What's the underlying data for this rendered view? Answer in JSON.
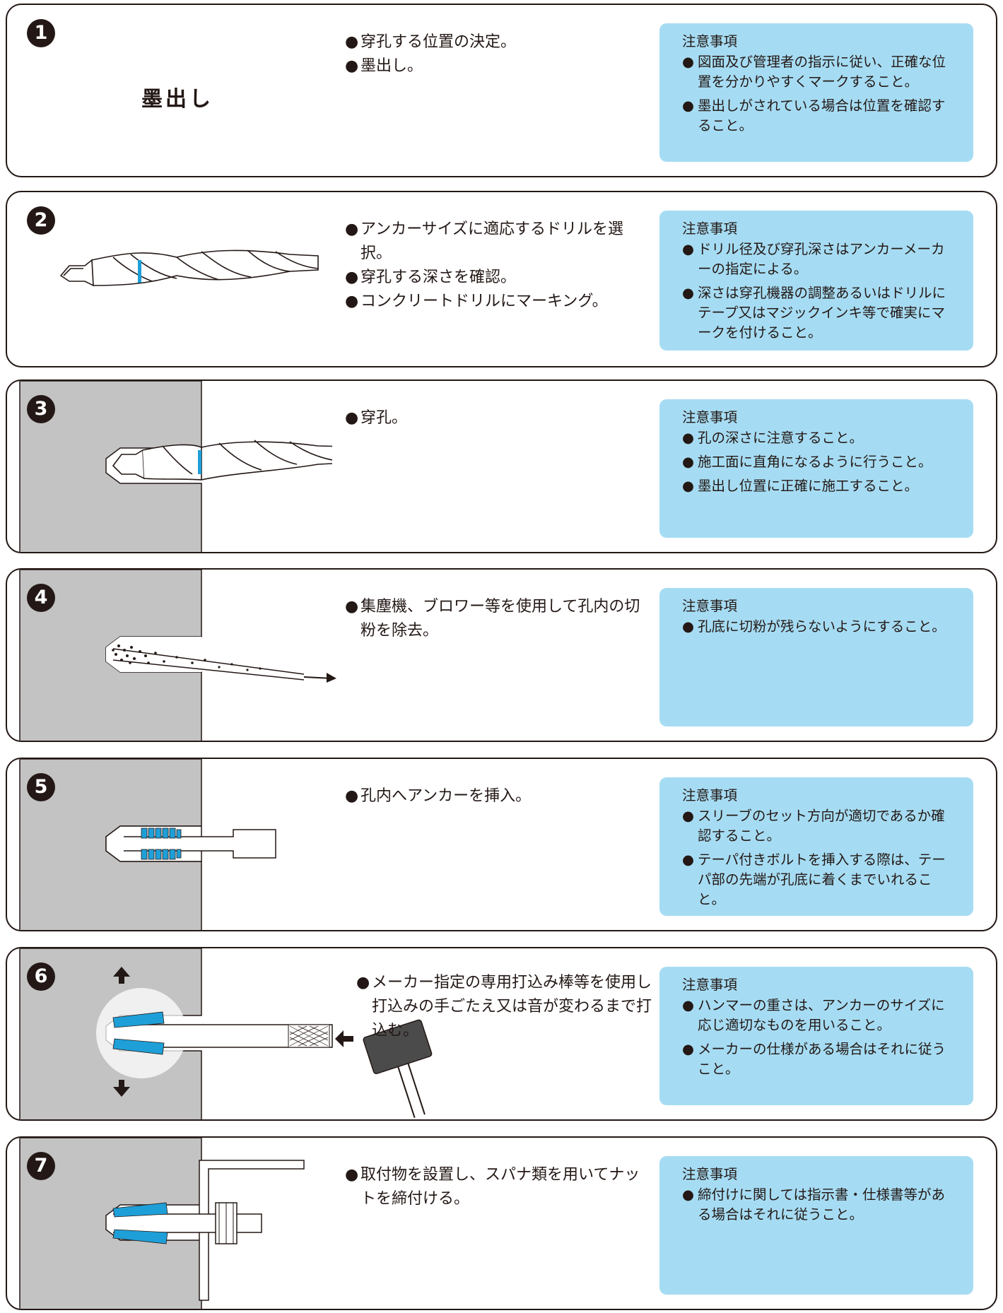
{
  "notes_heading": "注意事項",
  "steps": [
    {
      "num": "1",
      "title": "墨出し",
      "actions": [
        "穿孔する位置の決定。",
        "墨出し。"
      ],
      "notes": [
        "図面及び管理者の指示に従い、正確な位置を分かりやすくマークすること。",
        "墨出しがされている場合は位置を確認すること。"
      ]
    },
    {
      "num": "2",
      "actions": [
        "アンカーサイズに適応するドリルを選択。",
        "穿孔する深さを確認。",
        "コンクリートドリルにマーキング。"
      ],
      "notes": [
        "ドリル径及び穿孔深さはアンカーメーカーの指定による。",
        "深さは穿孔機器の調整あるいはドリルにテープ又はマジックインキ等で確実にマークを付けること。"
      ]
    },
    {
      "num": "3",
      "actions": [
        "穿孔。"
      ],
      "notes": [
        "孔の深さに注意すること。",
        "施工面に直角になるように行うこと。",
        "墨出し位置に正確に施工すること。"
      ]
    },
    {
      "num": "4",
      "actions": [
        "集塵機、ブロワー等を使用して孔内の切粉を除去。"
      ],
      "notes": [
        "孔底に切粉が残らないようにすること。"
      ]
    },
    {
      "num": "5",
      "actions": [
        "孔内へアンカーを挿入。"
      ],
      "notes": [
        "スリーブのセット方向が適切であるか確認すること。",
        "テーパ付きボルトを挿入する際は、テーパ部の先端が孔底に着くまでいれること。"
      ]
    },
    {
      "num": "6",
      "actions": [
        "メーカー指定の専用打込み棒等を使用し打込みの手ごたえ又は音が変わるまで打込む。"
      ],
      "notes": [
        "ハンマーの重さは、アンカーのサイズに応じ適切なものを用いること。",
        "メーカーの仕様がある場合はそれに従うこと。"
      ]
    },
    {
      "num": "7",
      "actions": [
        "取付物を設置し、スパナ類を用いてナットを締付ける。"
      ],
      "notes": [
        "締付けに関しては指示書・仕様書等がある場合はそれに従うこと。"
      ]
    }
  ],
  "colors": {
    "note_bg": "#a6dcf3",
    "concrete": "#c3c3c3",
    "accent_blue": "#1e9fd8",
    "ink": "#231815"
  }
}
